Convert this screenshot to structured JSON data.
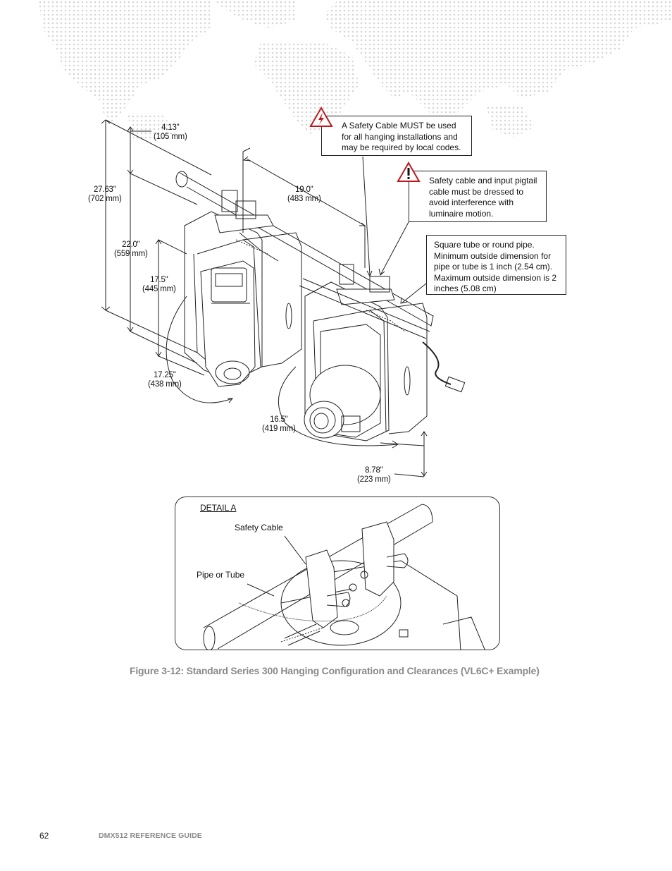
{
  "callouts": {
    "safety_cable_required": "A Safety Cable MUST be used for all hanging installations and may be required by local codes.",
    "cable_dressing": "Safety cable and input pigtail cable must be dressed to avoid interference with luminaire motion.",
    "pipe_spec": "Square tube or round pipe. Minimum outside dimension for pipe or tube is 1 inch (2.54 cm). Maximum outside dimension is 2 inches (5.08 cm)"
  },
  "dimensions": {
    "d_4_13": "4.13\"\n(105 mm)",
    "d_27_63": "27.63\"\n(702 mm)",
    "d_19_0": "19.0\"\n(483 mm)",
    "d_22_0": "22.0\"\n(559 mm)",
    "d_17_5": "17.5\"\n(445 mm)",
    "d_17_25": "17.25\"\n(438 mm)",
    "d_16_5": "16.5\"\n(419 mm)",
    "d_8_78": "8.78\"\n(223 mm)"
  },
  "detail": {
    "title": "DETAIL A",
    "safety_cable": "Safety Cable",
    "pipe_or_tube": "Pipe or Tube"
  },
  "caption": "Figure 3-12:  Standard Series 300 Hanging Configuration and Clearances (VL6C+ Example)",
  "footer": {
    "page_number": "62",
    "guide_title": "DMX512 REFERENCE GUIDE"
  },
  "colors": {
    "warning_red": "#c0181f",
    "caption_gray": "#8a8a8a"
  }
}
